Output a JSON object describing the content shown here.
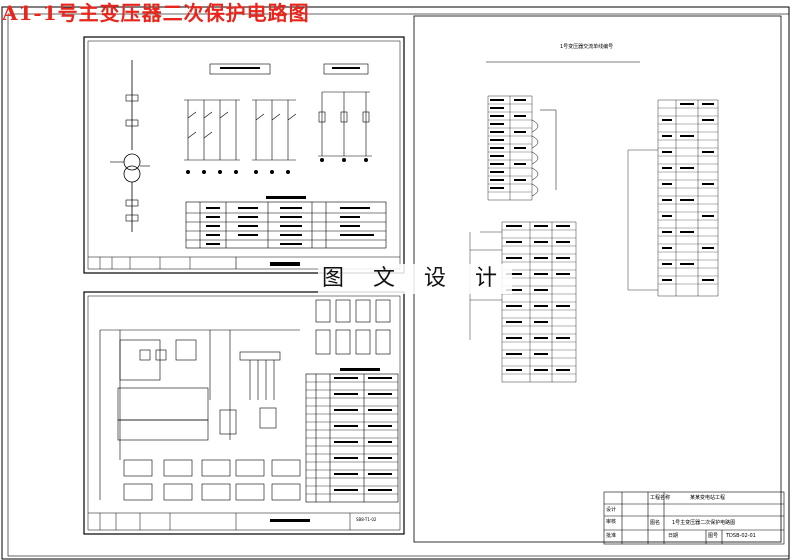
{
  "title": "A1-1号主变压器二次保护电路图",
  "watermark": "图 文 设 计",
  "right_sheet": {
    "heading": "1号变压器交流单线编号"
  },
  "title_block": {
    "cells": [
      "工程名称",
      "设计",
      "审核",
      "批准",
      "图名",
      "日期",
      "图号"
    ],
    "project": "某某变电站工程",
    "drawing_name": "1号主变压器二次保护电路图",
    "drawing_no": "TDSB-02-01"
  },
  "lower_sheet_tag": "SB8-T1-02"
}
